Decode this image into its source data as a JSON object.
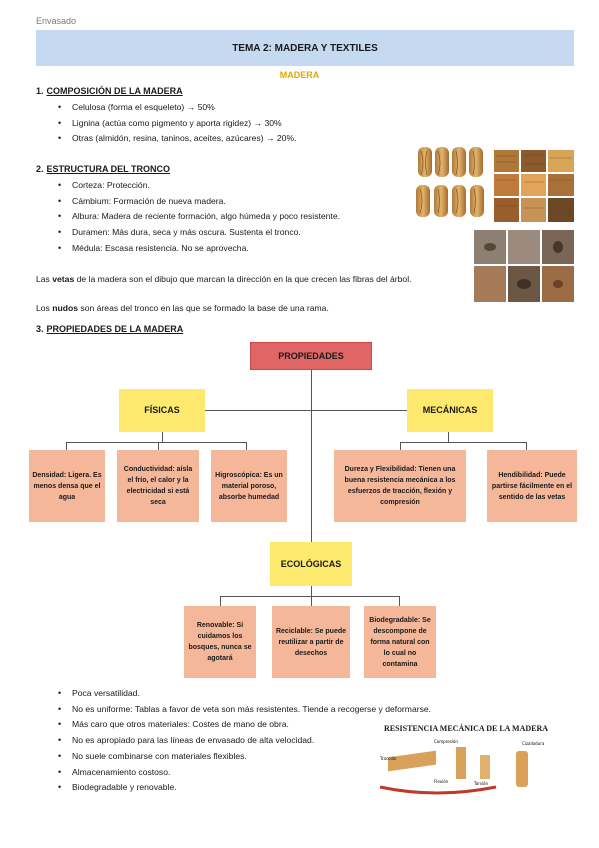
{
  "header": {
    "label": "Envasado"
  },
  "title": "TEMA 2: MADERA Y TEXTILES",
  "subtitle": "MADERA",
  "section1": {
    "num": "1.",
    "heading": "COMPOSICIÓN DE LA MADERA",
    "items": [
      "Celulosa (forma el esqueleto) → 50%",
      "Lignina (actúa como pigmento y aporta rigidez) → 30%",
      "Otras (almidón, resina, taninos, aceites, azúcares) → 20%."
    ]
  },
  "section2": {
    "num": "2.",
    "heading": "ESTRUCTURA DEL TRONCO",
    "items": [
      "Corteza: Protección.",
      "Cámbium: Formación de nueva madera.",
      "Albura: Madera de reciente formación, algo húmeda y poco resistente.",
      "Duramen: Más dura, seca y más oscura. Sustenta el tronco.",
      "Médula: Escasa resistencia. No se aprovecha."
    ],
    "para1_pre": "Las ",
    "para1_bold": "vetas",
    "para1_post": " de la madera son el dibujo que marcan la dirección en la que crecen las fibras del árbol.",
    "para2_pre": "Los ",
    "para2_bold": "nudos",
    "para2_post": " son áreas del tronco en las que se formado la base de una rama."
  },
  "section3": {
    "num": "3.",
    "heading": "PROPIEDADES DE LA MADERA",
    "diagram": {
      "root": "PROPIEDADES",
      "fisicas": "FÍSICAS",
      "mecanicas": "MECÁNICAS",
      "ecologicas": "ECOLÓGICAS",
      "densidad": "Densidad: Ligera. Es menos densa que el agua",
      "conductividad": "Conductividad: aísla el frío, el calor y la electricidad si está seca",
      "higroscopica": "Higroscópica: Es un material poroso, absorbe humedad",
      "dureza": "Dureza y Flexibilidad: Tienen una buena resistencia mecánica a los esfuerzos de tracción, flexión y compresión",
      "hendibilidad": "Hendibilidad: Puede partirse fácilmente en el sentido de las vetas",
      "renovable": "Renovable: Si cuidamos los bosques, nunca se agotará",
      "reciclable": "Reciclable: Se puede reutilizar a partir de desechos",
      "biodegradable": "Biodegradable: Se descompone de forma natural con lo cual no contamina"
    },
    "items": [
      "Poca versatilidad.",
      "No es uniforme: Tablas a favor de veta son más resistentes. Tiende a recogerse y deformarse.",
      "Más caro que otros materiales: Costes de mano de obra.",
      "No es apropiado para las líneas de envasado de alta velocidad.",
      "No suele combinarse con materiales flexibles.",
      "Almacenamiento costoso.",
      "Biodegradable y renovable."
    ]
  },
  "figure": {
    "title": "RESISTENCIA MECÁNICA DE LA MADERA",
    "labels": {
      "traccion": "Tracción",
      "compresion": "Compresión",
      "flexion": "Flexión",
      "torsion": "Torsión",
      "cizalladura": "Cizalladura"
    }
  },
  "colors": {
    "title_bar": "#c5d9f1",
    "subtitle": "#e0a800",
    "root": "#e06666",
    "category": "#fde96e",
    "leaf": "#f4b79a"
  }
}
